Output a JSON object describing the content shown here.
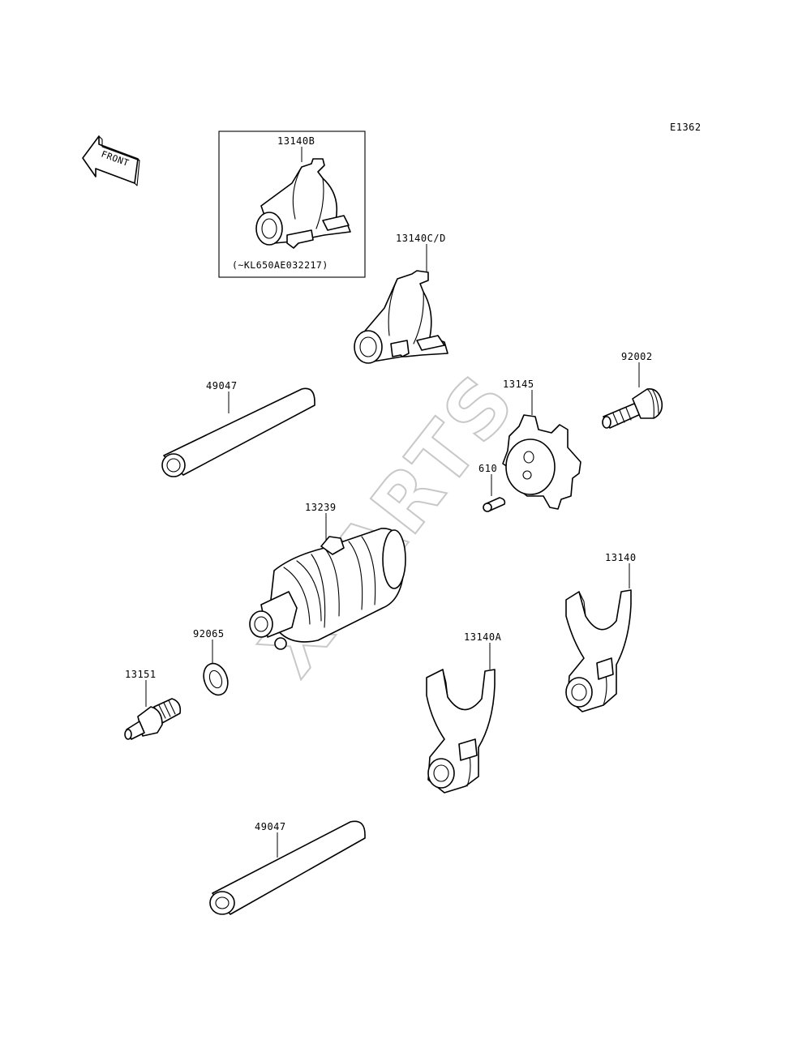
{
  "diagram_code": "E1362",
  "watermark": "XPARTS",
  "front_label": "FRONT",
  "inset": {
    "part_number": "13140B",
    "note": "(~KL650AE032217)"
  },
  "labels": {
    "fork_cd": "13140C/D",
    "shaft_upper": "49047",
    "bolt": "92002",
    "drum_plate": "13145",
    "pin": "610",
    "drum": "13239",
    "fork_right": "13140",
    "washer": "92065",
    "fork_a": "13140A",
    "switch": "13151",
    "shaft_lower": "49047"
  }
}
